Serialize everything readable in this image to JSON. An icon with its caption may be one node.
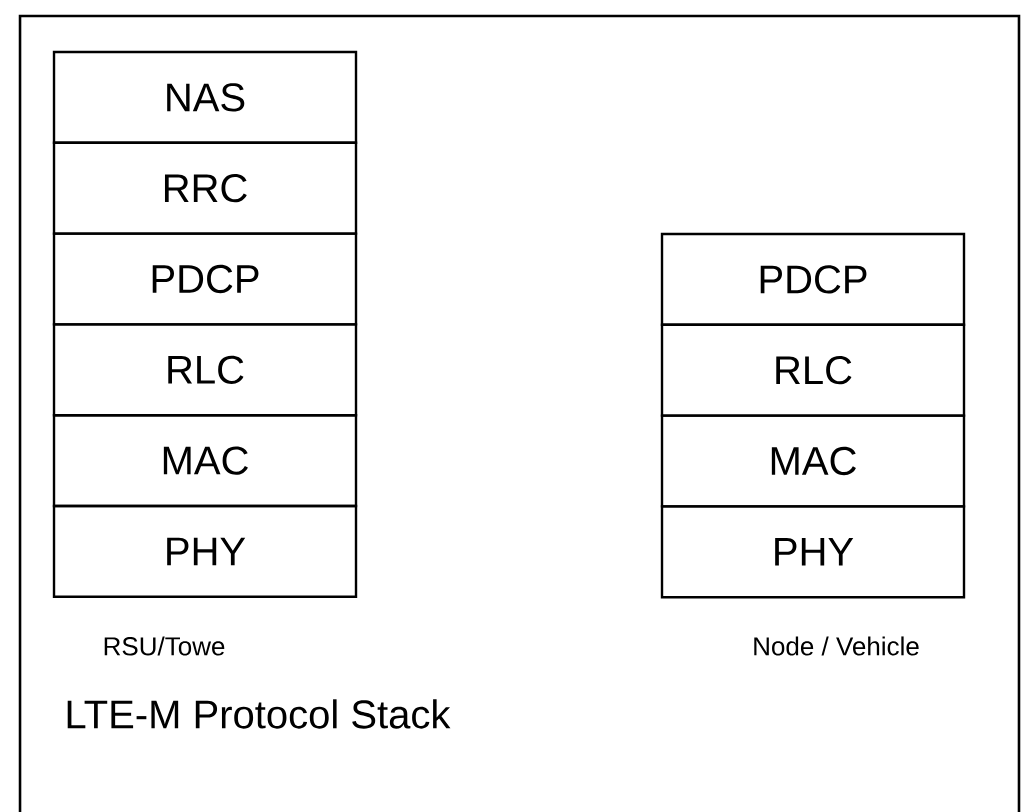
{
  "diagram": {
    "caption": "LTE-M Protocol Stack",
    "nodes": [
      {
        "text": [
          "NAS"
        ]
      },
      {
        "text": [
          "RRC"
        ]
      },
      {
        "text": [
          "PDCP"
        ]
      },
      {
        "text": [
          "RLC"
        ]
      },
      {
        "text": [
          "MAC"
        ]
      },
      {
        "text": [
          "PHY"
        ]
      },
      {
        "text": [
          "PDCP"
        ]
      },
      {
        "text": [
          "RLC"
        ]
      },
      {
        "text": [
          "MAC"
        ]
      },
      {
        "text": [
          "PHY"
        ]
      }
    ],
    "labels": [
      "RSU/Towe",
      "Node / Vehicle"
    ]
  }
}
